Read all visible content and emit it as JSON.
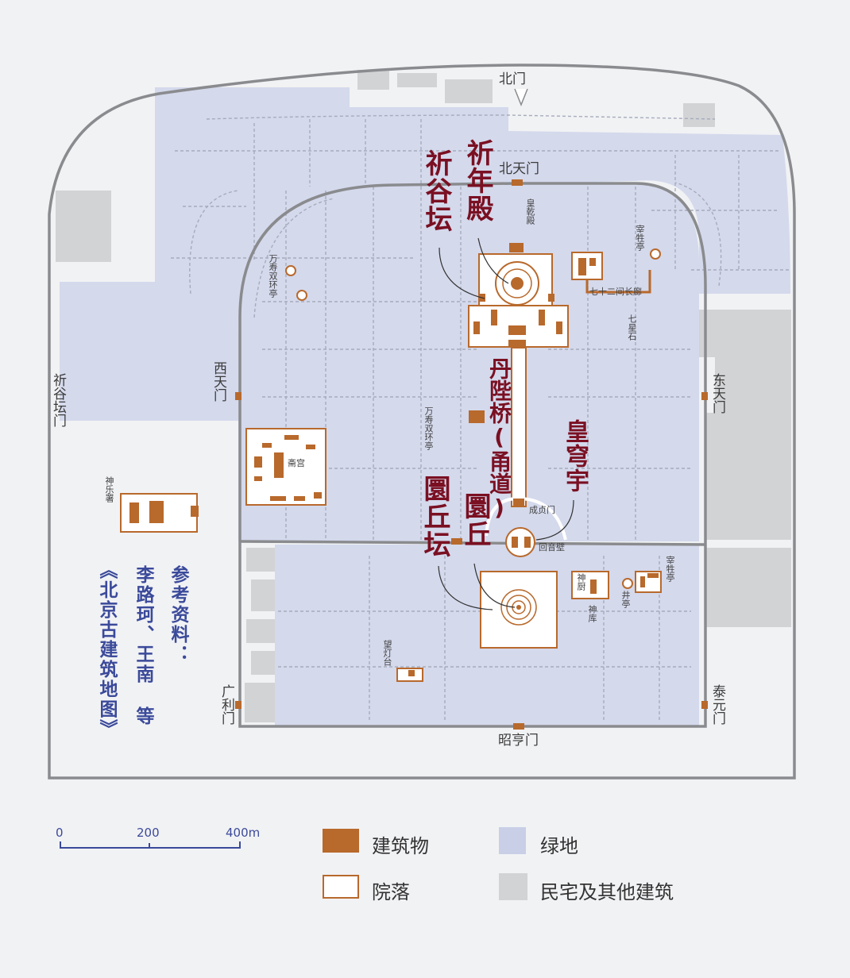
{
  "temple": {
    "name": "祈谷坛"
  },
  "major_labels": {
    "qiniandian": "祈年殿",
    "danbiqiao": "丹陛桥(甬道)",
    "huangqiongyu": "皇穹宇",
    "yuanqiu": "圜丘",
    "yuanqiutan": "圜丘坛"
  },
  "gates": {
    "north": "北门",
    "north_tian": "北天门",
    "west_tian": "西天门",
    "east_tian": "东天门",
    "qigutan_gate": "祈谷坛门",
    "guangli": "广利门",
    "taiyuan": "泰元门",
    "zhaoheng": "昭亨门",
    "chengzhen": "成贞门"
  },
  "small_labels": {
    "huangqiandian": "皇乾殿",
    "zaishengting_n": "宰牲亭",
    "changlang": "七十二间长廊",
    "qixingshi": "七星石",
    "wanshou_n": "万寿双环亭",
    "wanshou_c": "万寿双环亭",
    "zhaigong": "斋宫",
    "shenyueshu": "神乐署",
    "huiyinbi": "回音壁",
    "shenchu": "神厨",
    "shenku": "神库",
    "jingting": "井亭",
    "zaishengting_s": "宰牲亭",
    "wangdengtai": "望灯台"
  },
  "reference": {
    "heading": "参考资料：",
    "authors": "李路珂、王南 等",
    "book": "《北京古建筑地图》"
  },
  "scale": {
    "zero": "0",
    "mid": "200",
    "end": "400m"
  },
  "legend": {
    "buildings": "建筑物",
    "greenland": "绿地",
    "courtyard": "院落",
    "other": "民宅及其他建筑"
  },
  "colors": {
    "background": "#f1f2f4",
    "greenland": "#d4d9ec",
    "building": "#b8692c",
    "courtyard": "#ffffff",
    "other": "#d2d3d5",
    "wall": "#8a8b8e",
    "path": "#a6acbc",
    "title_red": "#7a1022",
    "reference_blue": "#3b4a9a"
  }
}
